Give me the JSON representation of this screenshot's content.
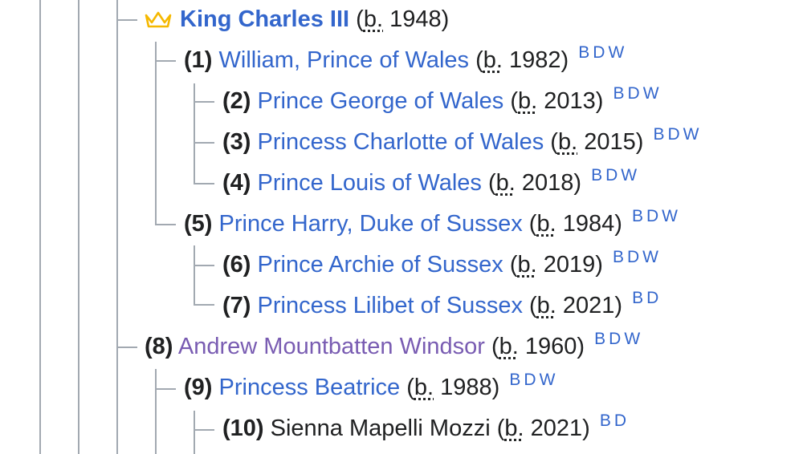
{
  "crown_color": "#f5b800",
  "link_color": "#3366cc",
  "visited_color": "#795cb2",
  "entries": [
    {
      "num": "",
      "name": "King Charles III",
      "born_abbr": "b.",
      "year": "1948)",
      "links": []
    },
    {
      "num": "(1)",
      "name": "William, Prince of Wales",
      "born_abbr": "b.",
      "year": "1982)",
      "links": [
        "B",
        "D",
        "W"
      ]
    },
    {
      "num": "(2)",
      "name": "Prince George of Wales",
      "born_abbr": "b.",
      "year": "2013)",
      "links": [
        "B",
        "D",
        "W"
      ]
    },
    {
      "num": "(3)",
      "name": "Princess Charlotte of Wales",
      "born_abbr": "b.",
      "year": "2015)",
      "links": [
        "B",
        "D",
        "W"
      ]
    },
    {
      "num": "(4)",
      "name": "Prince Louis of Wales",
      "born_abbr": "b.",
      "year": "2018)",
      "links": [
        "B",
        "D",
        "W"
      ]
    },
    {
      "num": "(5)",
      "name": "Prince Harry, Duke of Sussex",
      "born_abbr": "b.",
      "year": "1984)",
      "links": [
        "B",
        "D",
        "W"
      ]
    },
    {
      "num": "(6)",
      "name": "Prince Archie of Sussex",
      "born_abbr": "b.",
      "year": "2019)",
      "links": [
        "B",
        "D",
        "W"
      ]
    },
    {
      "num": "(7)",
      "name": "Princess Lilibet of Sussex",
      "born_abbr": "b.",
      "year": "2021)",
      "links": [
        "B",
        "D"
      ]
    },
    {
      "num": "(8)",
      "name": "Andrew Mountbatten Windsor",
      "born_abbr": "b.",
      "year": "1960)",
      "links": [
        "B",
        "D",
        "W"
      ]
    },
    {
      "num": "(9)",
      "name": "Princess Beatrice",
      "born_abbr": "b.",
      "year": "1988)",
      "links": [
        "B",
        "D",
        "W"
      ]
    },
    {
      "num": "(10)",
      "name": "Sienna Mapelli Mozzi",
      "born_abbr": "b.",
      "year": "2021)",
      "links": [
        "B",
        "D"
      ]
    }
  ]
}
